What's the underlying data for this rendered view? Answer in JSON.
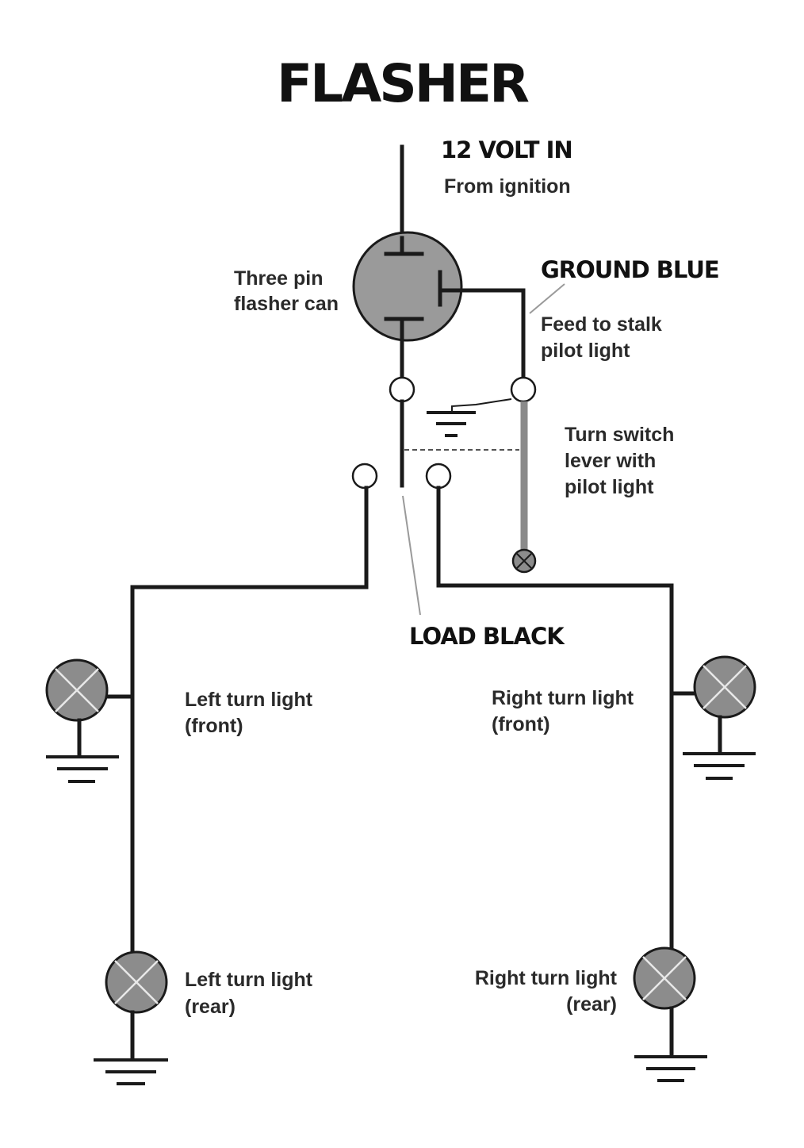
{
  "title": "FLASHER",
  "labels": {
    "supply_title": "12 VOLT IN",
    "supply_sub": "From ignition",
    "flasher_line1": "Three pin",
    "flasher_line2": "flasher can",
    "ground_title": "GROUND BLUE",
    "feed_line1": "Feed to stalk",
    "feed_line2": "pilot light",
    "switch_line1": "Turn switch",
    "switch_line2": "lever with",
    "switch_line3": "pilot light",
    "load_title": "LOAD BLACK",
    "left_front_line1": "Left turn light",
    "left_front_line2": "(front)",
    "right_front_line1": "Right turn light",
    "right_front_line2": "(front)",
    "left_rear_line1": "Left turn light",
    "left_rear_line2": "(rear)",
    "right_rear_line1": "Right turn light",
    "right_rear_line2": "(rear)"
  },
  "colors": {
    "wire": "#1a1a1a",
    "flasher_can": "#9a9a9a",
    "lamp": "#8c8c8c",
    "pilot_wire": "#8a8a8a",
    "leader": "#9a9a9a"
  }
}
